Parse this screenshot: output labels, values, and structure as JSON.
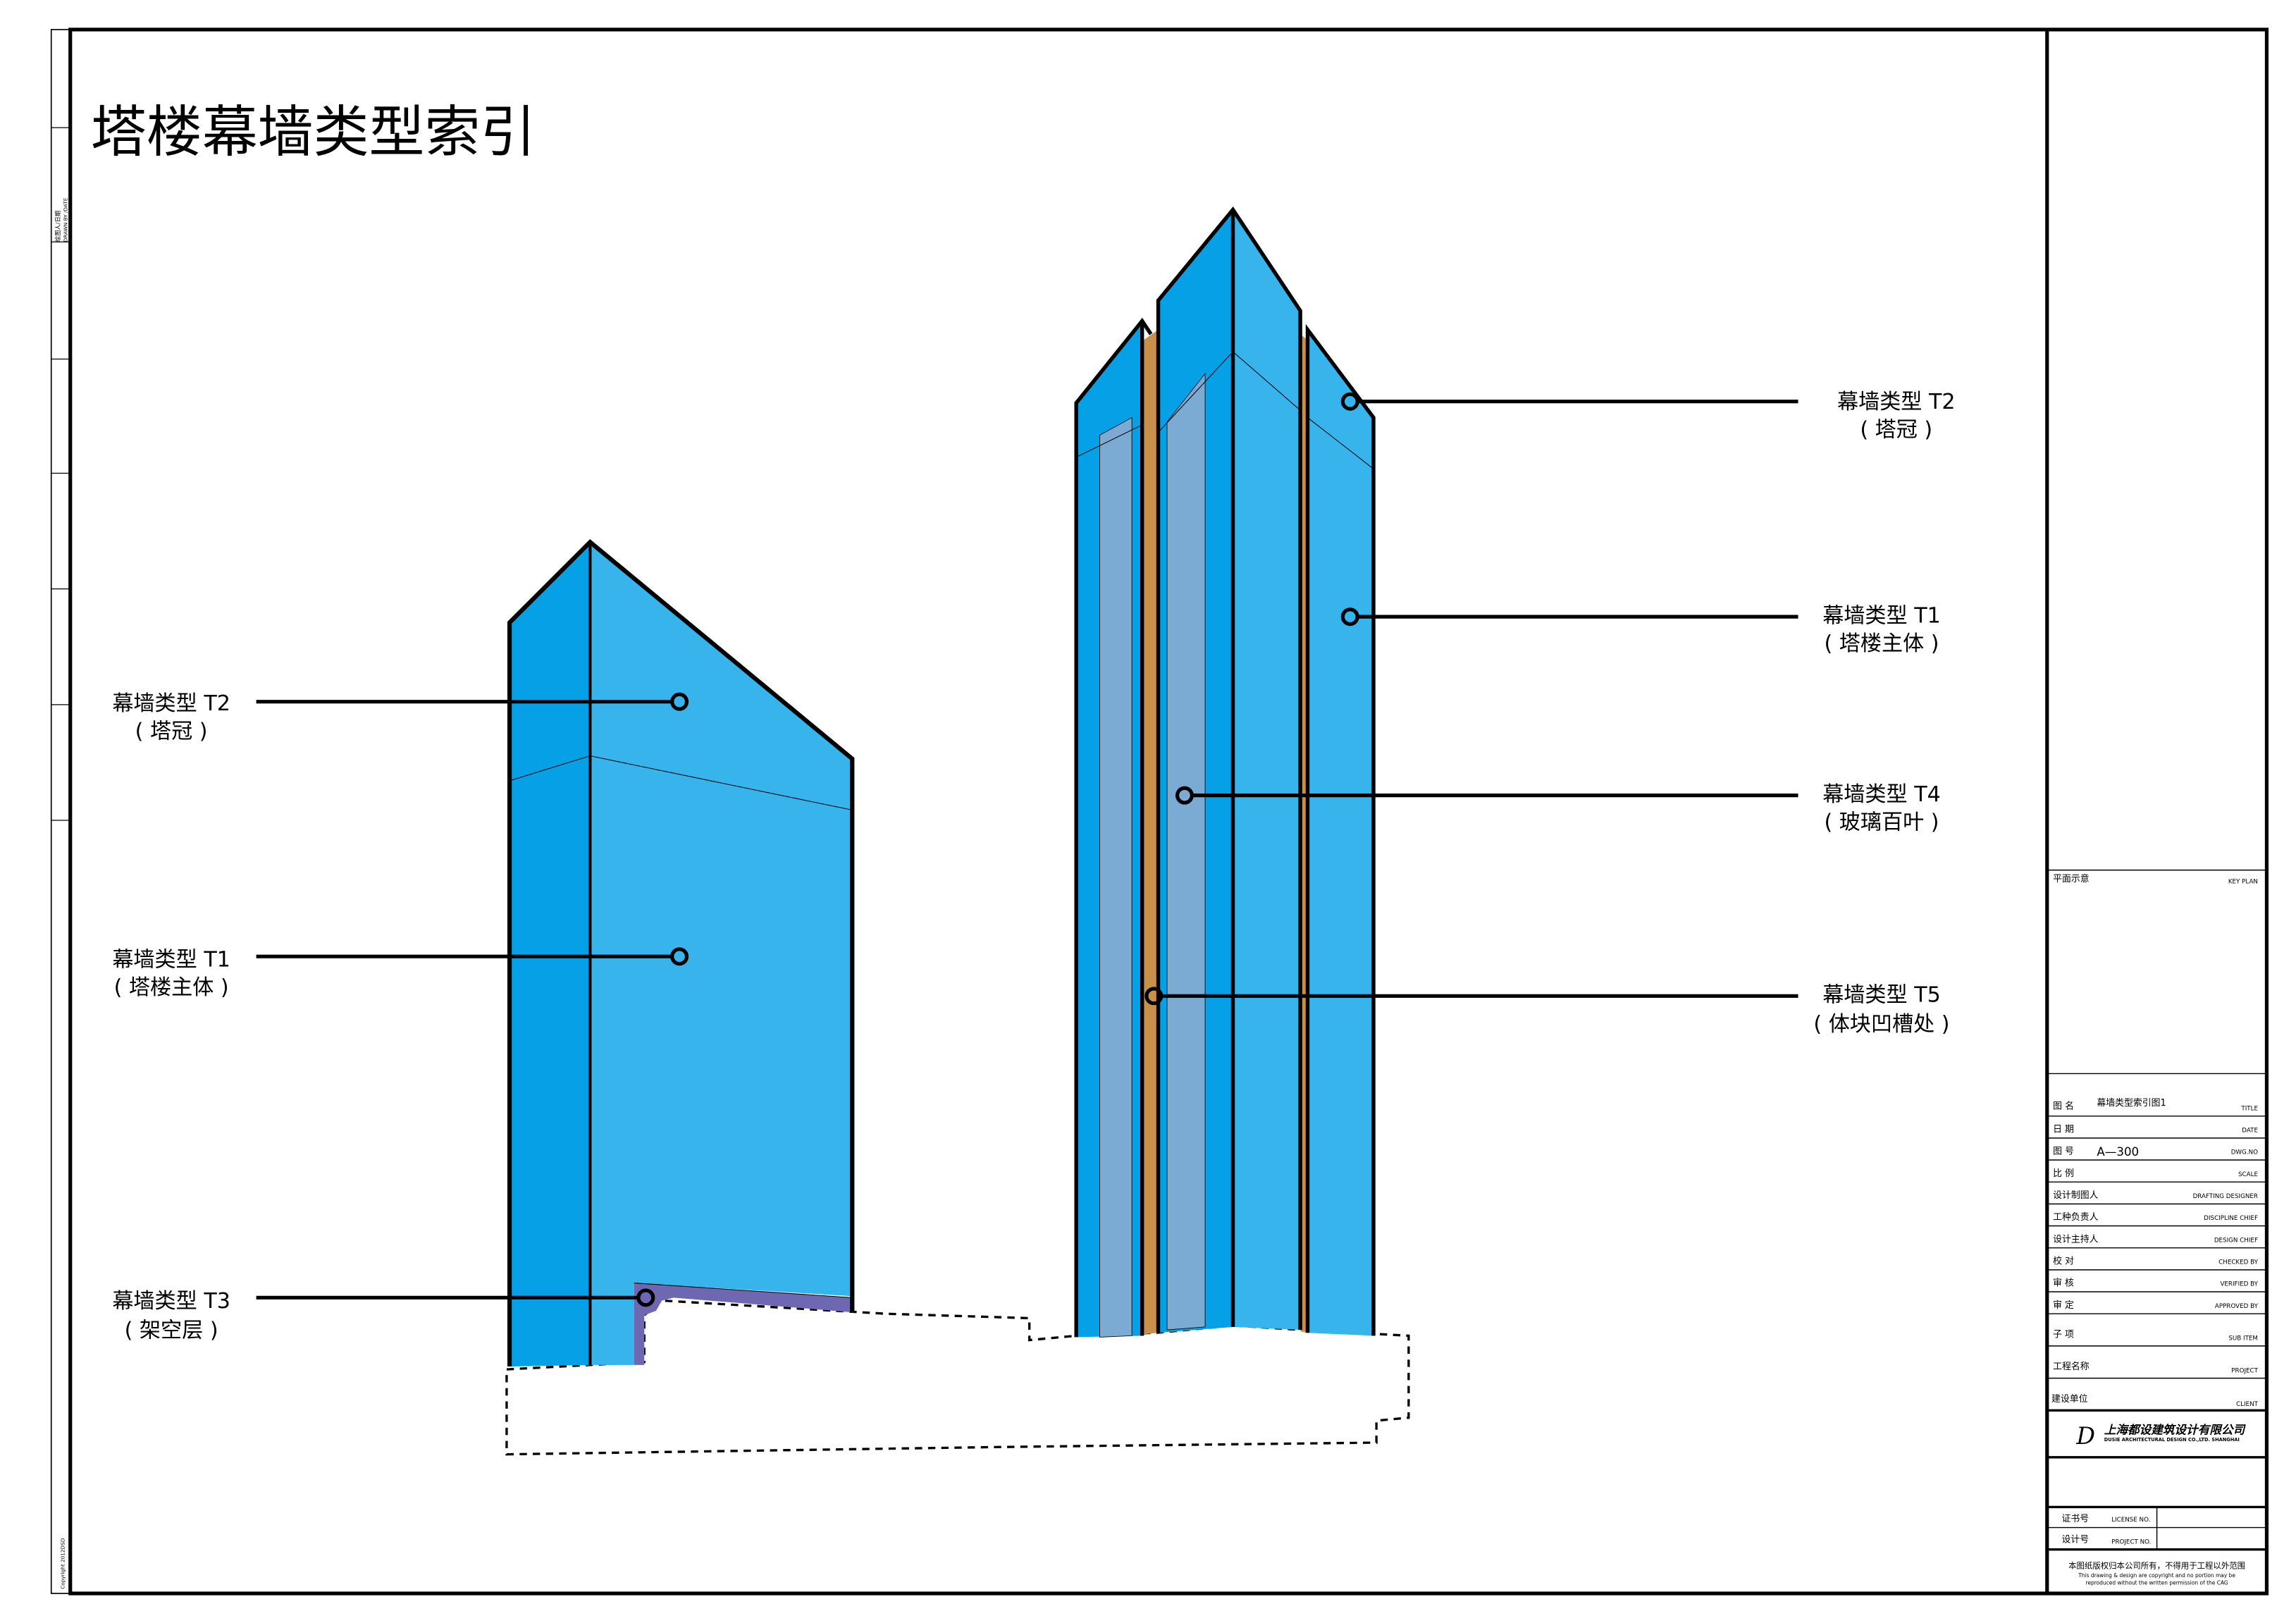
{
  "title": "塔楼幕墙类型索引",
  "colors": {
    "dark_glass": "#06A0E6",
    "light_glass": "#38B4EC",
    "louver": "#7BAAD2",
    "recess": "#C8904A",
    "podium_glass": "#6E68B2"
  },
  "left_tower": {
    "callouts": [
      {
        "type": "幕墙类型 T2",
        "desc": "( 塔冠 )"
      },
      {
        "type": "幕墙类型 T1",
        "desc": "( 塔楼主体 )"
      },
      {
        "type": "幕墙类型 T3",
        "desc": "( 架空层 )"
      }
    ]
  },
  "right_tower": {
    "callouts": [
      {
        "type": "幕墙类型 T2",
        "desc": "( 塔冠 )"
      },
      {
        "type": "幕墙类型 T1",
        "desc": "( 塔楼主体 )"
      },
      {
        "type": "幕墙类型 T4",
        "desc": "( 玻璃百叶 )"
      },
      {
        "type": "幕墙类型 T5",
        "desc": "( 体块凹槽处 )"
      }
    ]
  },
  "margin": {
    "drawn_by": "绘图人/日期",
    "drawn_by_en": "DRAWN BY /DATE",
    "copyright": "Copyright 2012DSD"
  },
  "title_block": {
    "key_plan": "平面示意",
    "key_plan_en": "KEY PLAN",
    "rows": [
      {
        "label": "图  名",
        "value": "幕墙类型索引图1",
        "en": "TITLE"
      },
      {
        "label": "日  期",
        "value": "",
        "en": "DATE"
      },
      {
        "label": "图  号",
        "value": "A—300",
        "en": "DWG.NO"
      },
      {
        "label": "比  例",
        "value": "",
        "en": "SCALE"
      },
      {
        "label": "设计制图人",
        "value": "",
        "en": "DRAFTING DESIGNER"
      },
      {
        "label": "工种负责人",
        "value": "",
        "en": "DISCIPLINE CHIEF"
      },
      {
        "label": "设计主持人",
        "value": "",
        "en": "DESIGN CHIEF"
      },
      {
        "label": "校  对",
        "value": "",
        "en": "CHECKED BY"
      },
      {
        "label": "审  核",
        "value": "",
        "en": "VERIFIED BY"
      },
      {
        "label": "审  定",
        "value": "",
        "en": "APPROVED BY"
      },
      {
        "label": "子  项",
        "value": "",
        "en": "SUB ITEM"
      },
      {
        "label": "工程名称",
        "value": "",
        "en": "PROJECT"
      },
      {
        "label": "建设单位",
        "value": "",
        "en": "CLIENT"
      }
    ],
    "company_cn": "上海都设建筑设计有限公司",
    "company_en": "DUSIE ARCHITECTURAL DESIGN CO.,LTD. SHANGHAI",
    "license": "证书号",
    "license_en": "LICENSE NO.",
    "project_no": "设计号",
    "project_no_en": "PROJECT NO.",
    "notice_cn": "本图纸版权归本公司所有，不得用于工程以外范围",
    "notice_en_1": "This drawing & design are copyright and no portion may be",
    "notice_en_2": "reproduced without the written permission of the CAG"
  }
}
